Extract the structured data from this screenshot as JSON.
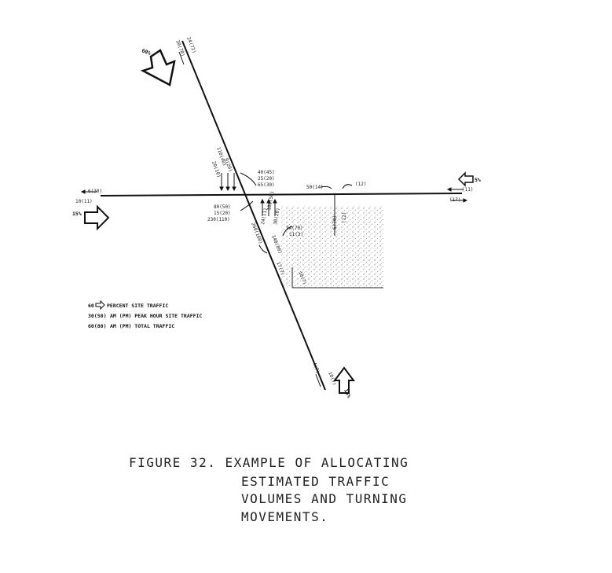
{
  "pct": {
    "nw": "60%",
    "w": "15%",
    "e": "5%",
    "s": "15%"
  },
  "north_approach": {
    "lane_a": "30(70)",
    "lane_b": "24(72)",
    "turn_left": "9(20)",
    "turn_thru": "110(40)",
    "turn_right": "20(10)"
  },
  "ne_turns": [
    "40(45)",
    "25(20)",
    "65(30)"
  ],
  "west_approach": {
    "top": "6(30)",
    "bottom": "10(11)"
  },
  "sw_turns": [
    "80(50)",
    "15(20)",
    "230(110)"
  ],
  "east_approach": {
    "mid_left": "50(14)",
    "mid_right": "(12)",
    "right_top": "(11)",
    "right_bottom": "(17)"
  },
  "driveway": {
    "a": "6(70)",
    "b": "(12)"
  },
  "south_out": [
    "100(50)",
    "24(11)",
    "30(20)",
    "140(80)",
    "260(160)"
  ],
  "side_vals": [
    "24(70)",
    "11(3)"
  ],
  "lower": {
    "a": "10(7)",
    "b": "17(7)"
  },
  "south_approach": {
    "a": "4(7)",
    "b": "10(7)"
  },
  "legend": {
    "symbol": "60",
    "item1": "PERCENT SITE TRAFFIC",
    "item2_code": "30(50)",
    "item2": "AM (PM) PEAK HOUR SITE TRAFFIC",
    "item3_code": "60(80)",
    "item3": "AM (PM) TOTAL TRAFFIC"
  },
  "caption": {
    "line1": "FIGURE 32. EXAMPLE OF ALLOCATING",
    "line2": "ESTIMATED TRAFFIC",
    "line3": "VOLUMES AND TURNING",
    "line4": "MOVEMENTS."
  }
}
